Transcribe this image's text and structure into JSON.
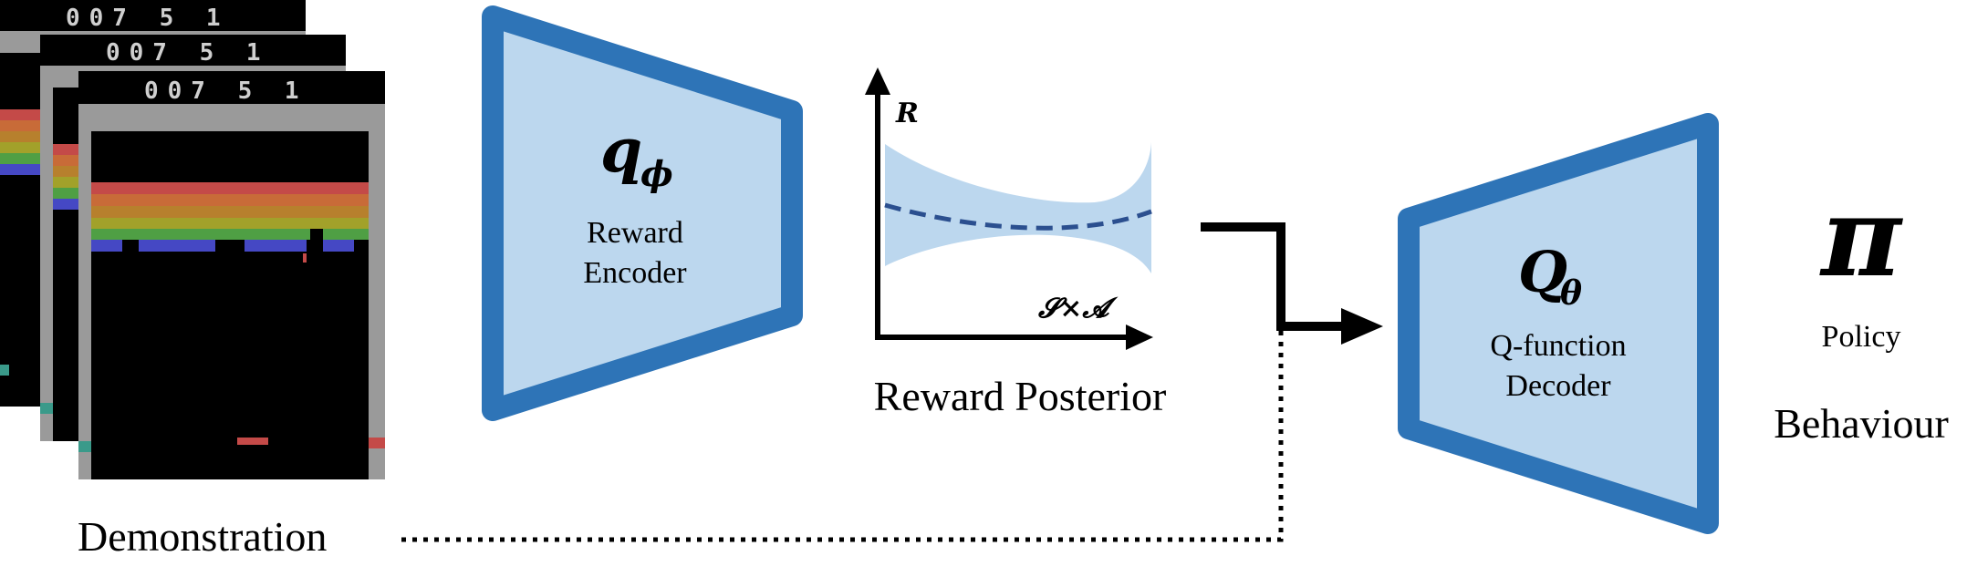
{
  "demonstration": {
    "score_text": "007 5 1",
    "label": "Demonstration"
  },
  "reward_encoder": {
    "symbol_main": "q",
    "symbol_sub": "ϕ",
    "line1": "Reward",
    "line2": "Encoder"
  },
  "reward_posterior": {
    "y_axis_label": "R",
    "x_axis_label": "𝓢×𝓐",
    "label": "Reward Posterior"
  },
  "q_decoder": {
    "symbol_main": "Q",
    "symbol_sub": "θ",
    "line1": "Q-function",
    "line2": "Decoder"
  },
  "policy": {
    "symbol": "π",
    "label": "Policy",
    "behaviour_label": "Behaviour"
  },
  "colors": {
    "trapezoid_fill": "#bcd7ee",
    "trapezoid_stroke": "#2e74b7",
    "posterior_band": "#bcd7ee",
    "posterior_mean": "#2b4f8f",
    "arrow": "#000000",
    "screen_bg": "#000000",
    "screen_frame": "#9a9a9a",
    "brick_red": "#c44a48",
    "brick_orange": "#c86b38",
    "brick_amber": "#b7802d",
    "brick_yellow": "#a2a12a",
    "brick_green": "#4f9f44",
    "brick_blue": "#4548c4",
    "paddle": "#c44a48",
    "teal": "#3a9a8a"
  }
}
